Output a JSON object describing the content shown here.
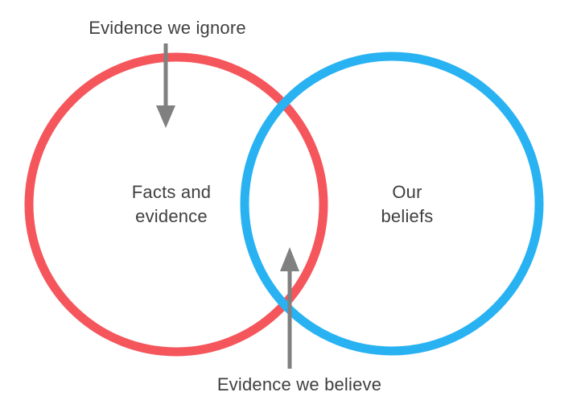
{
  "diagram": {
    "top_label": "Evidence we ignore",
    "bottom_label": "Evidence we believe",
    "left_circle": {
      "label": "Facts and\nevidence",
      "color": "#f4565c"
    },
    "right_circle": {
      "label": "Our\nbeliefs",
      "color": "#29b2f2"
    },
    "arrow_color": "#808080",
    "text_color": "#3f3f3f",
    "background_color": "#ffffff"
  }
}
